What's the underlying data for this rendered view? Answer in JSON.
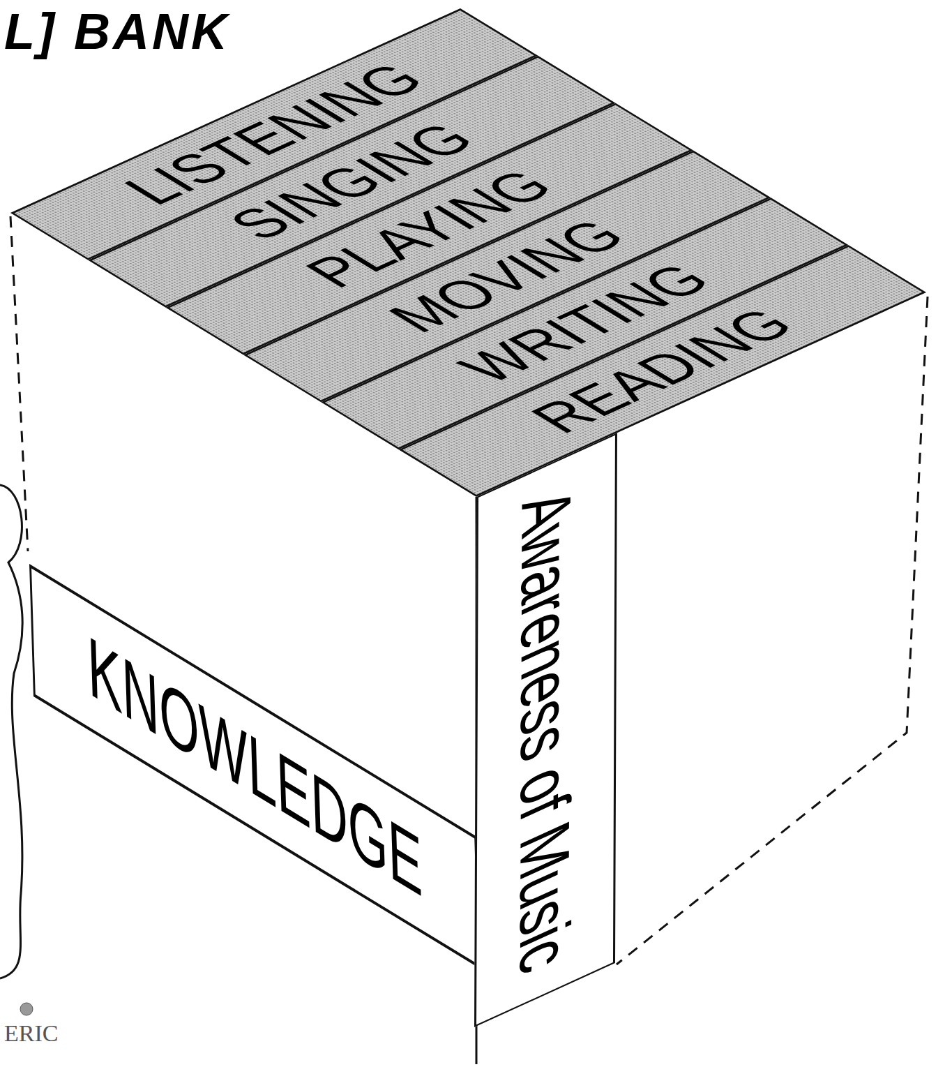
{
  "diagram": {
    "title": "L] BANK",
    "nodes": [
      {
        "text": [
          "LISTENING"
        ]
      },
      {
        "text": [
          "SINGING"
        ]
      },
      {
        "text": [
          "PLAYING"
        ]
      },
      {
        "text": [
          "MOVING"
        ]
      },
      {
        "text": [
          "WRITING"
        ]
      },
      {
        "text": [
          "READING"
        ]
      },
      {
        "text": [
          "KNOWLEDGE"
        ]
      },
      {
        "text": [
          "Awareness of Music"
        ]
      }
    ],
    "labels": [
      "ERIC"
    ]
  }
}
